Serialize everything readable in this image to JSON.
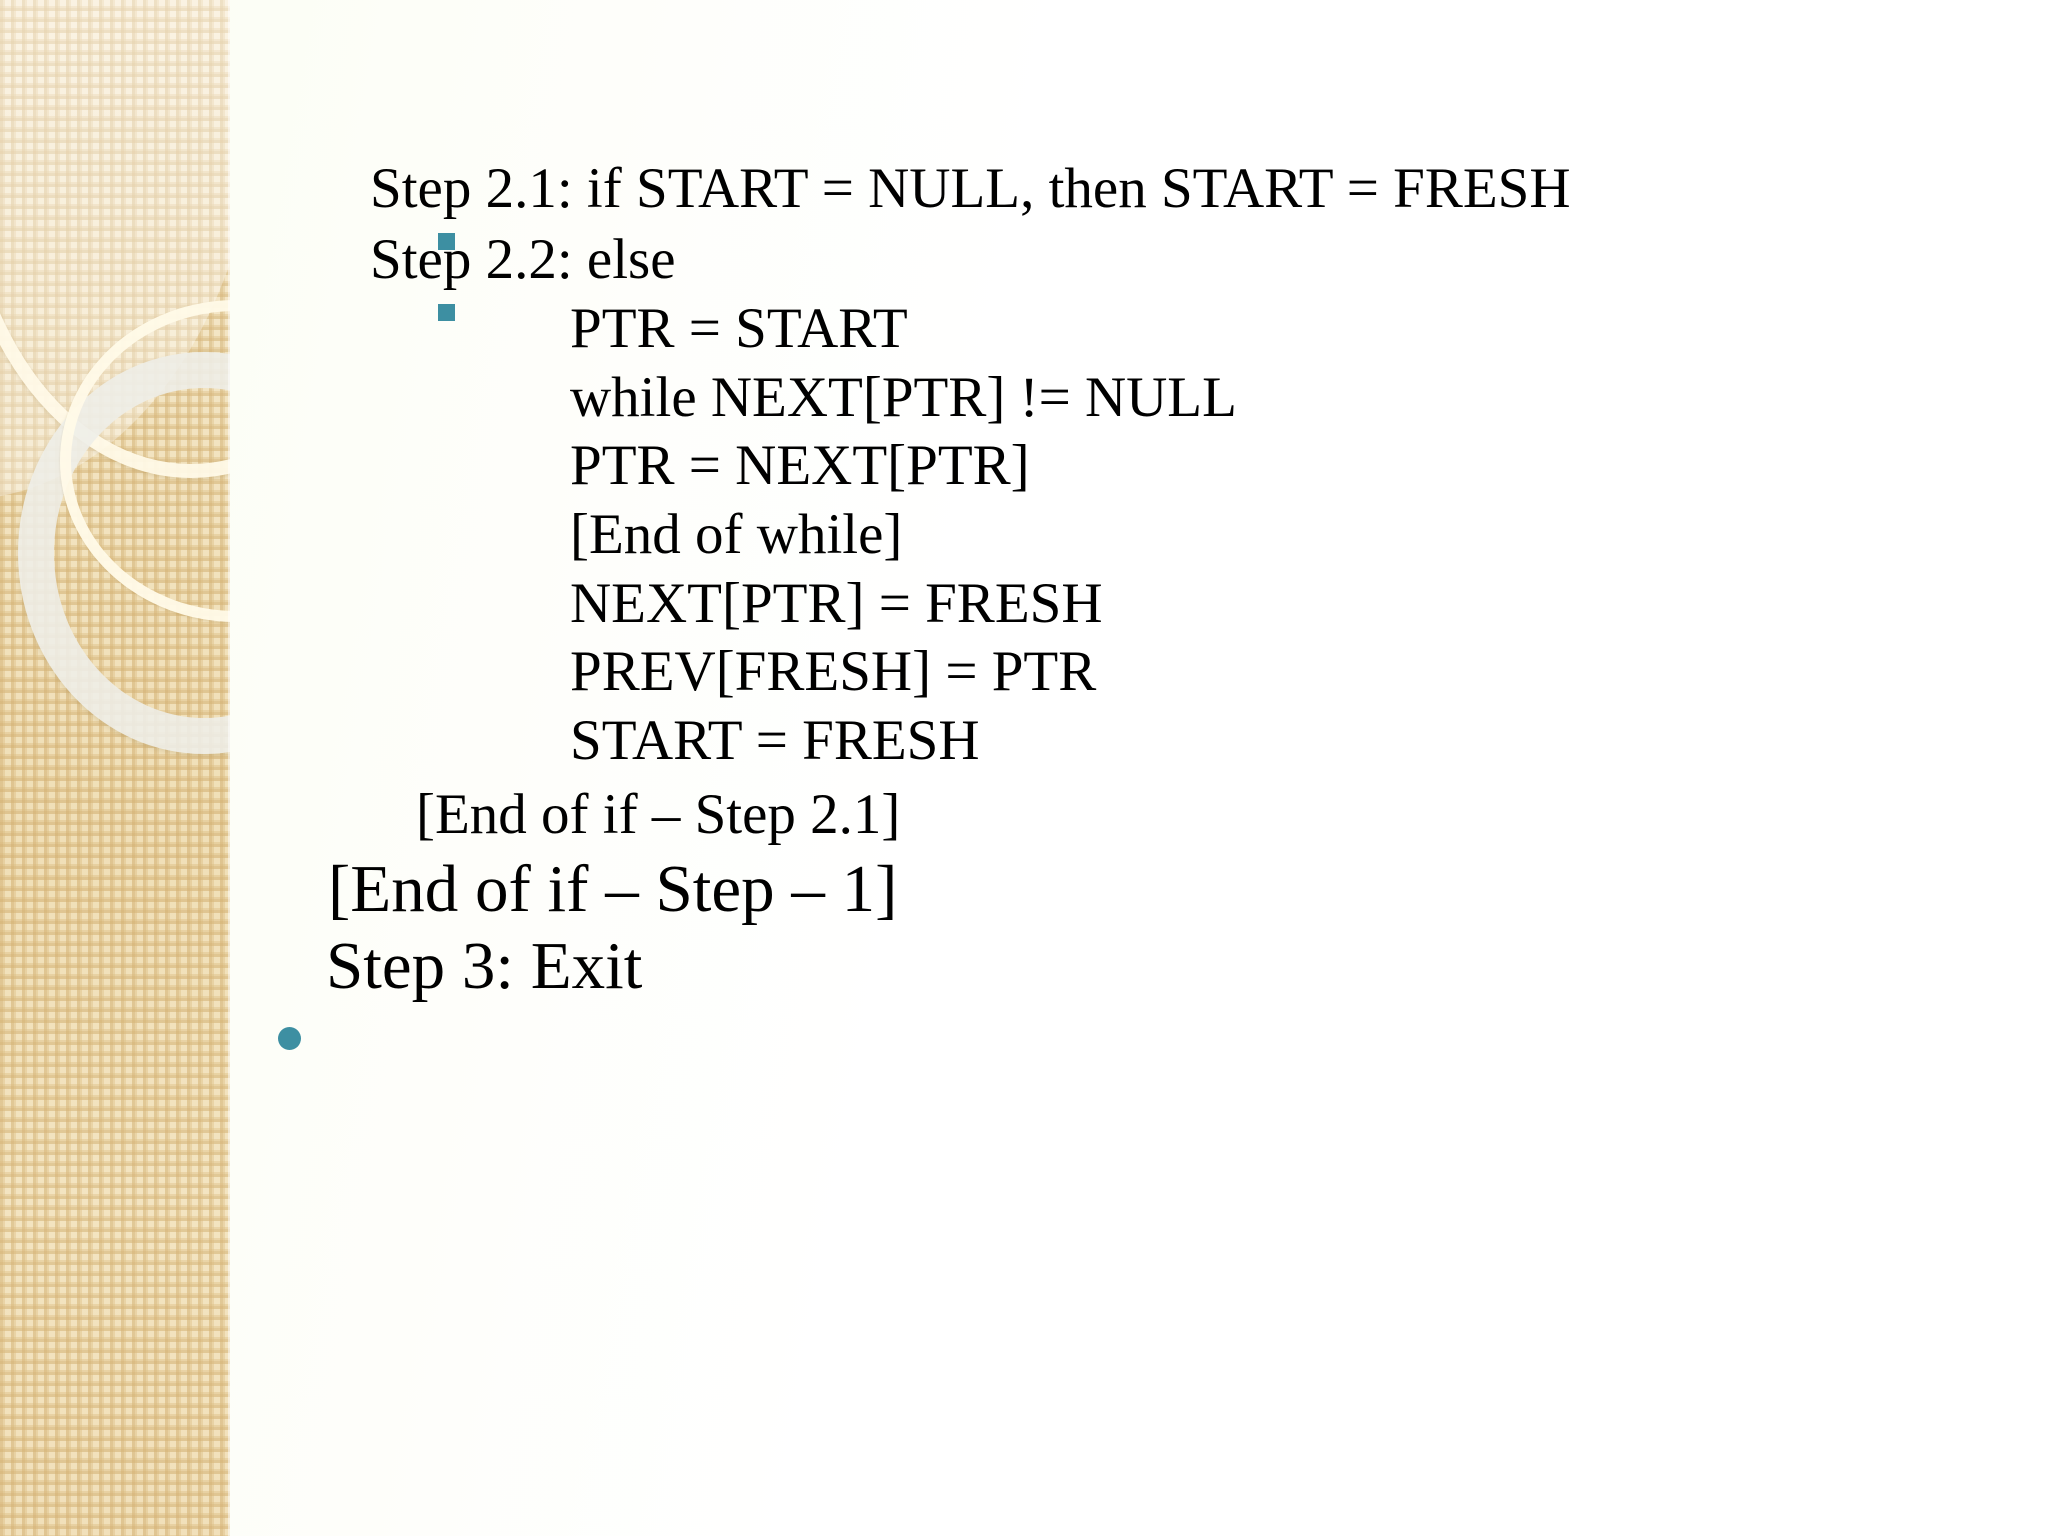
{
  "slide": {
    "background_color": "#ffffff",
    "accent_color": "#3d8fa2",
    "text_color": "#000000",
    "band_color": "#f0dfb7",
    "bullets": [
      {
        "marker": "square",
        "level": 2,
        "text": "Step 2.1: if START = NULL, then START = FRESH"
      },
      {
        "marker": "square",
        "level": 2,
        "text": "Step 2.2: else"
      },
      {
        "marker": "none",
        "level": 3,
        "text": "PTR = START"
      },
      {
        "marker": "none",
        "level": 3,
        "text": "while NEXT[PTR] != NULL"
      },
      {
        "marker": "none",
        "level": 3,
        "text": "PTR = NEXT[PTR]"
      },
      {
        "marker": "none",
        "level": 3,
        "text": "[End of while]"
      },
      {
        "marker": "none",
        "level": 3,
        "text": "NEXT[PTR] = FRESH"
      },
      {
        "marker": "none",
        "level": 3,
        "text": "PREV[FRESH] = PTR"
      },
      {
        "marker": "none",
        "level": 3,
        "text": "START = FRESH"
      },
      {
        "marker": "none",
        "level": 2,
        "text": "[End of if – Step 2.1]"
      },
      {
        "marker": "none",
        "level": 1,
        "text": "[End of if – Step – 1]"
      },
      {
        "marker": "circle",
        "level": 1,
        "text": "Step 3: Exit"
      }
    ],
    "decoration": {
      "band_icons": [
        "large-ring-shape",
        "small-ring-shape",
        "arc-ring-shape"
      ]
    }
  }
}
